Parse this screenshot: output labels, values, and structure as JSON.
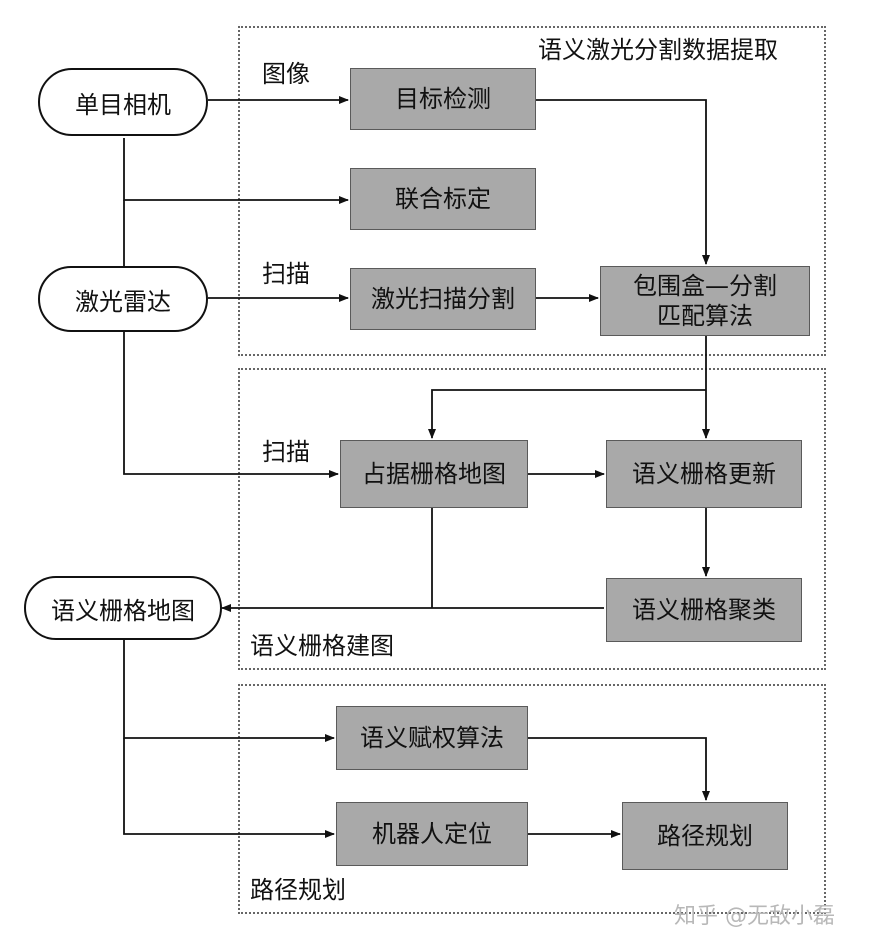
{
  "regions": {
    "extraction": "语义激光分割数据提取",
    "mapping": "语义栅格建图",
    "planning": "路径规划"
  },
  "inputs": {
    "camera": "单目相机",
    "lidar": "激光雷达",
    "semantic_map": "语义栅格地图"
  },
  "nodes": {
    "detect": "目标检测",
    "calib": "联合标定",
    "lidar_seg": "激光扫描分割",
    "bbox_match_line1": "包围盒—分割",
    "bbox_match_line2": "匹配算法",
    "occupancy": "占据栅格地图",
    "sem_update": "语义栅格更新",
    "sem_cluster": "语义栅格聚类",
    "weighting": "语义赋权算法",
    "localization": "机器人定位",
    "path_plan": "路径规划"
  },
  "edge_labels": {
    "image": "图像",
    "scan1": "扫描",
    "scan2": "扫描"
  },
  "watermark": "知乎 @无敌小磊",
  "colors": {
    "box_fill": "#a9a9a9",
    "line": "#111111"
  }
}
